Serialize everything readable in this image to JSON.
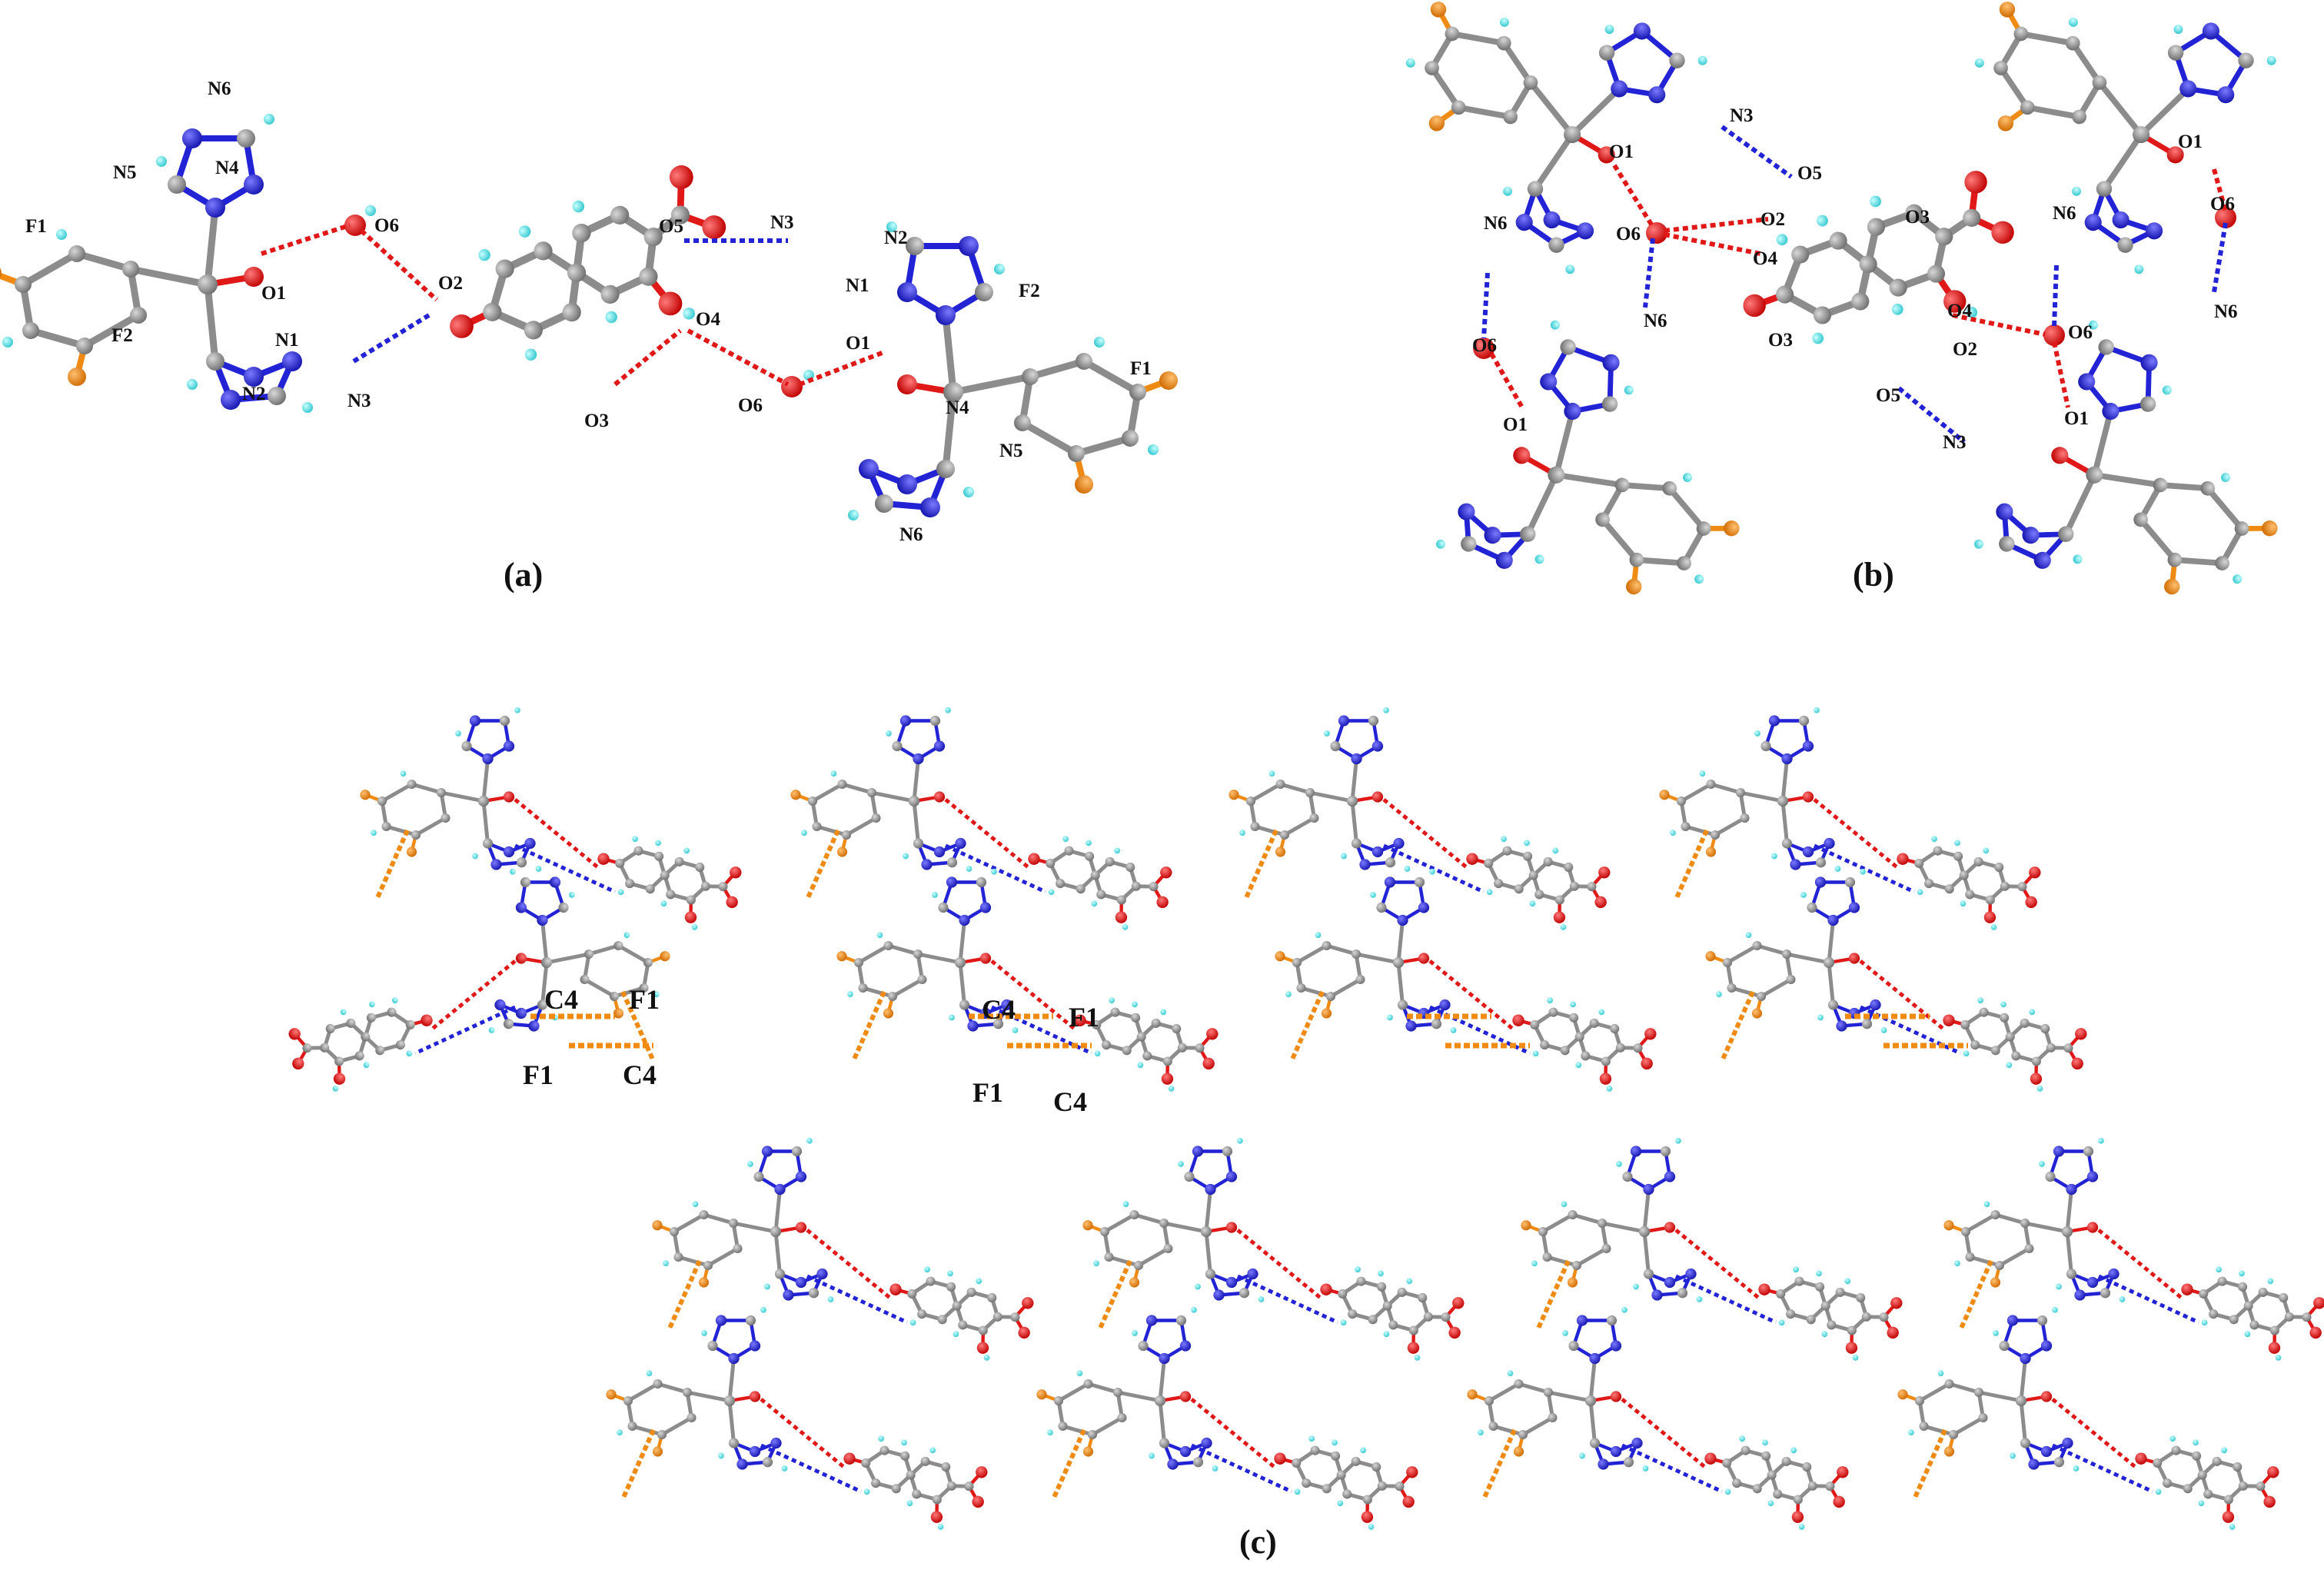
{
  "panels": {
    "a": {
      "caption": "(a)",
      "labels": [
        "N6",
        "N5",
        "N4",
        "F1",
        "O6",
        "O1",
        "O2",
        "F2",
        "N1",
        "N2",
        "N3",
        "O3",
        "O5",
        "N3",
        "N2",
        "N1",
        "O4",
        "O1",
        "F2",
        "F1",
        "O6",
        "N4",
        "N5",
        "N6"
      ]
    },
    "b": {
      "caption": "(b)",
      "labels": [
        "N3",
        "O1",
        "O5",
        "N6",
        "O6",
        "O2",
        "O4",
        "O3",
        "N6",
        "O1",
        "O6",
        "N6",
        "O6",
        "N6",
        "O4",
        "O6",
        "O2",
        "O3",
        "O5",
        "O1",
        "O1",
        "N3"
      ]
    },
    "c": {
      "caption": "(c)",
      "labels": [
        "C4",
        "F1",
        "F1",
        "C4",
        "C4",
        "F1",
        "F1",
        "C4"
      ]
    }
  },
  "colors": {
    "carbon": "#8c8c8c",
    "hydrogen": "#5fe3e8",
    "nitrogen": "#2323d6",
    "oxygen": "#e01818",
    "fluorine": "#ef8a12",
    "hbond_o": "#e01818",
    "hbond_n": "#2323d6",
    "cf_contact": "#ef8a12"
  }
}
